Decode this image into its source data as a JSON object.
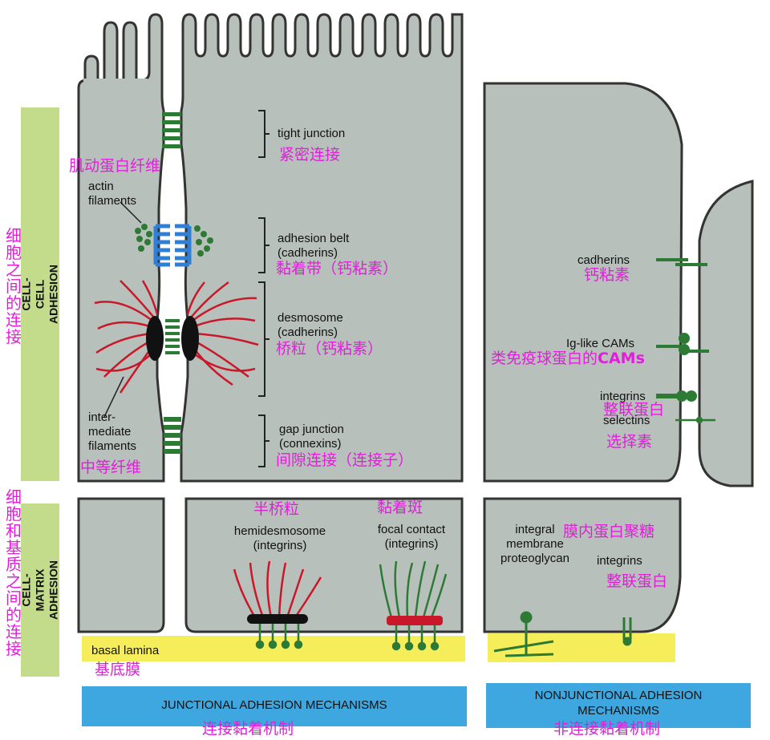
{
  "panels": {
    "cell_cell": {
      "label": "CELL-CELL\nADHESION",
      "cn": "细\n胞\n之\n间\n的\n连\n接"
    },
    "cell_matrix": {
      "label": "CELL-MATRIX\nADHESION",
      "cn": "细\n胞\n和\n基\n质\n之\n间\n的\n连\n接"
    }
  },
  "junctions": {
    "tight": {
      "en": "tight junction",
      "cn": "紧密连接"
    },
    "adhesion_belt": {
      "en": "adhesion belt\n(cadherins)",
      "cn": "黏着带（钙粘素）"
    },
    "desmosome": {
      "en": "desmosome\n(cadherins)",
      "cn": "桥粒（钙粘素）"
    },
    "gap": {
      "en": "gap junction\n(connexins)",
      "cn": "间隙连接（连接子）"
    }
  },
  "filaments": {
    "actin": {
      "en": "actin\nfilaments",
      "cn": "肌动蛋白纤维"
    },
    "intermediate": {
      "en": "inter-\nmediate\nfilaments",
      "cn": "中等纤维"
    }
  },
  "matrix_junctions": {
    "hemidesmosome": {
      "en": "hemidesmosome\n(integrins)",
      "cn": "半桥粒"
    },
    "focal_contact": {
      "en": "focal contact\n(integrins)",
      "cn": "黏着斑"
    }
  },
  "basal_lamina": {
    "en": "basal lamina",
    "cn": "基底膜"
  },
  "nonjunctional": {
    "cadherins": {
      "en": "cadherins",
      "cn": "钙粘素"
    },
    "ig_cams": {
      "en": "Ig-like CAMs",
      "cn_prefix": "类免疫球蛋白的",
      "cn_suffix": "CAMs"
    },
    "integrins": {
      "en": "integrins",
      "cn": "整联蛋白"
    },
    "selectins": {
      "en": "selectins",
      "cn": "选择素"
    },
    "proteoglycan": {
      "en": "integral\nmembrane\nproteoglycan",
      "cn": "膜内蛋白聚糖"
    },
    "matrix_integrins": {
      "en": "integrins",
      "cn": "整联蛋白"
    }
  },
  "footer": {
    "junctional": {
      "en": "JUNCTIONAL ADHESION MECHANISMS",
      "cn": "连接黏着机制"
    },
    "nonjunctional": {
      "en": "NONJUNCTIONAL ADHESION\nMECHANISMS",
      "cn": "非连接黏着机制"
    }
  },
  "colors": {
    "cell": "#b8c0bb",
    "membrane": "#333333",
    "actin": "#2d7a35",
    "cadherin": "#2f7fd6",
    "intermediate": "#c8182a",
    "lamina": "#f5ee5a",
    "annotation": "#e020d8",
    "side_panel": "#c3dc8c",
    "footer": "#3ea7e0"
  }
}
